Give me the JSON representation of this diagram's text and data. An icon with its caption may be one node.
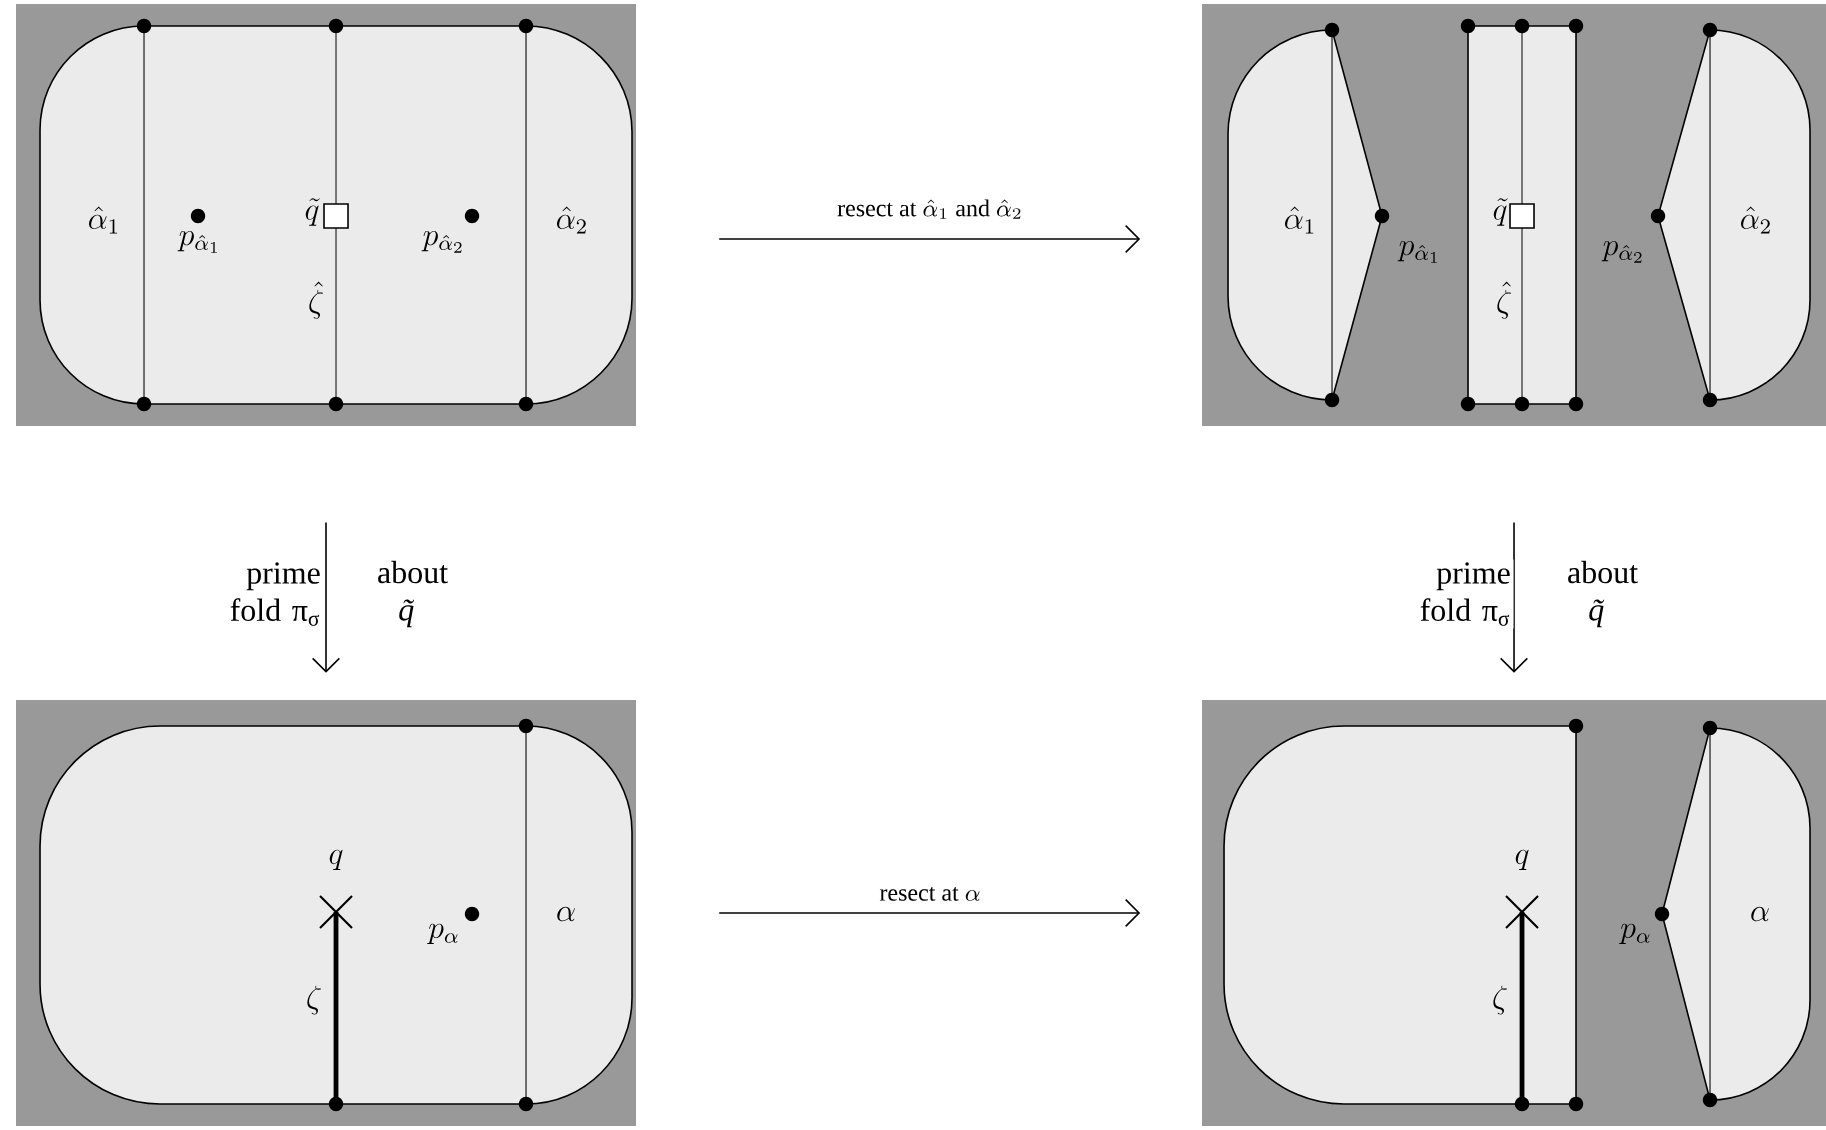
{
  "diagram": {
    "nodes": [
      {
        "text": [],
        "shape": "picture"
      },
      {
        "text": [],
        "shape": "picture"
      },
      {
        "text": [],
        "shape": "picture"
      },
      {
        "text": [],
        "shape": "picture"
      }
    ],
    "edges": [
      {
        "from": 0,
        "to": 1,
        "arrow": "to",
        "label": "\\mbox{resect at }\\hat{\\alpha}_1\\mbox{ and }\\hat{\\alpha}_2"
      },
      {
        "from": 0,
        "to": 2,
        "arrow": "to",
        "label": "prime fold π$_{σ}$"
      },
      {
        "from": 1,
        "to": 3,
        "arrow": "to",
        "label": "prime fold π$_{σ}$"
      },
      {
        "from": 2,
        "to": 3,
        "arrow": "to",
        "label": "\\mbox{resect at }\\alpha"
      }
    ],
    "labels": [
      "\\hat{\\alpha}_1",
      "p_{\\hat{\\alpha}_1}",
      "\\tilde{q}",
      "\\hat{\\zeta}",
      "p_{\\hat{\\alpha}_2}",
      "\\hat{\\alpha}_2",
      "\\hat{\\alpha}_1",
      "p_{\\hat{\\alpha}_1}",
      "\\tilde{q}",
      "\\hat{\\zeta}",
      "p_{\\hat{\\alpha}_2}",
      "\\hat{\\alpha}_2",
      "about *q̃*",
      "about *q̃*",
      "q",
      "p_{\\alpha}",
      "\\alpha",
      "\\zeta",
      "q",
      "p_{\\alpha}",
      "\\alpha",
      "\\zeta"
    ]
  }
}
